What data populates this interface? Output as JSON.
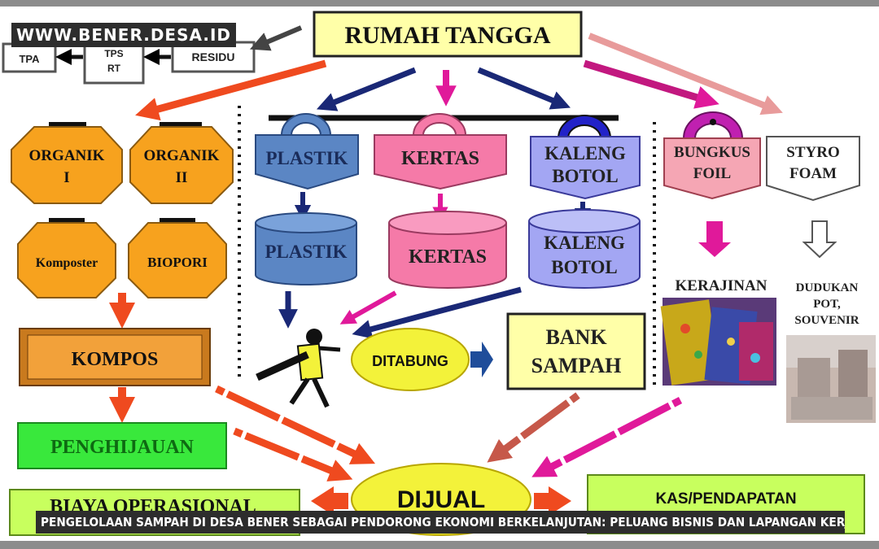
{
  "watermark": "WWW.BENER.DESA.ID",
  "caption": "PENGELOLAAN SAMPAH DI DESA BENER SEBAGAI PENDORONG EKONOMI BERKELANJUTAN: PELUANG BISNIS DAN LAPANGAN KERJA",
  "nodes": {
    "rumah_tangga": "RUMAH TANGGA",
    "tpa": "TPA",
    "tps_line1": "TPS",
    "tps_line2": "RT",
    "residu": "RESIDU",
    "organik1_line1": "ORGANIK",
    "organik1_line2": "I",
    "organik2_line1": "ORGANIK",
    "organik2_line2": "II",
    "komposter": "Komposter",
    "biopori": "BIOPORI",
    "kompos": "KOMPOS",
    "penghijauan": "PENGHIJAUAN",
    "biaya_operasional": "BIAYA OPERASIONAL",
    "plastik_top": "PLASTIK",
    "kertas_top": "KERTAS",
    "kaleng_top_line1": "KALENG",
    "kaleng_top_line2": "BOTOL",
    "plastik_bin": "PLASTIK",
    "kertas_bin": "KERTAS",
    "kaleng_bin_line1": "KALENG",
    "kaleng_bin_line2": "BOTOL",
    "ditabung": "DITABUNG",
    "bank_line1": "BANK",
    "bank_line2": "SAMPAH",
    "bungkus_line1": "BUNGKUS",
    "bungkus_line2": "FOIL",
    "styro_line1": "STYRO",
    "styro_line2": "FOAM",
    "kerajinan": "KERAJINAN",
    "dudukan_line1": "DUDUKAN",
    "dudukan_line2": "POT,",
    "dudukan_line3": "SOUVENIR",
    "dijual": "DIJUAL",
    "kas_pendapatan": "KAS/PENDAPATAN"
  },
  "colors": {
    "orange": "#f7a21e",
    "green": "#39e83c",
    "blue": "#5b86c4",
    "pink": "#f57aa8",
    "lavender": "#a3a6f3",
    "yellow": "#ffffa8",
    "lime": "#c8ff5e",
    "arrow_orange": "#ef4a1f",
    "arrow_magenta": "#e0199a",
    "arrow_navy": "#1a2876"
  }
}
